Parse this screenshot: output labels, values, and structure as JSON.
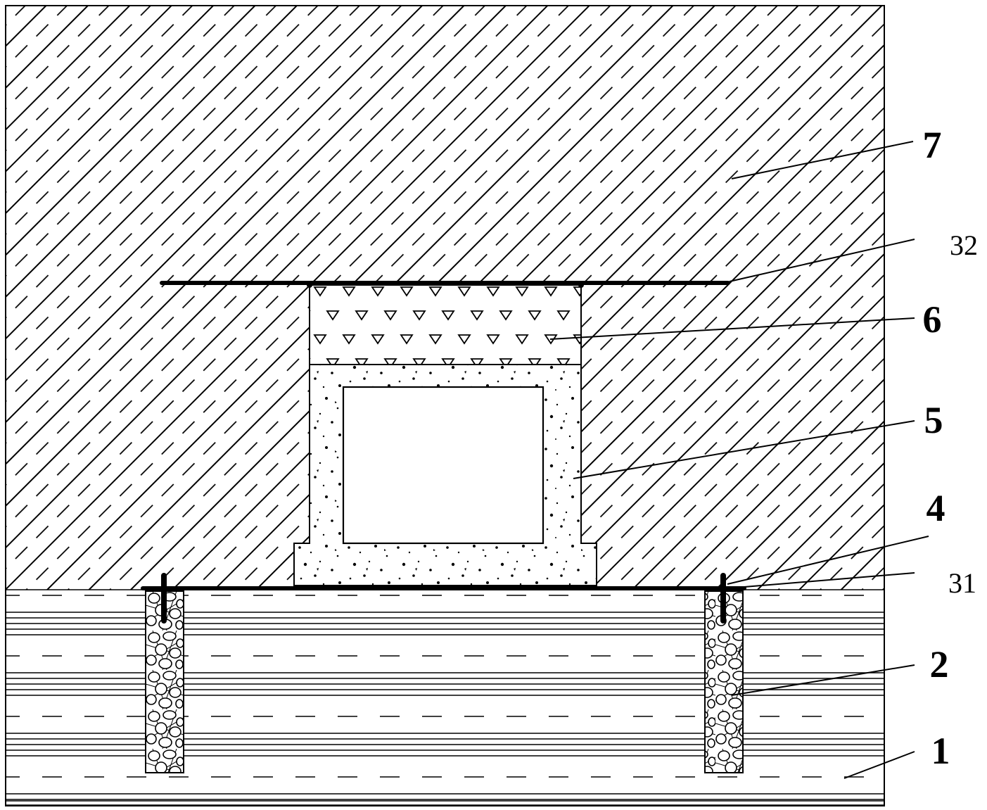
{
  "labels": {
    "l7": "7",
    "l32": "32",
    "l6": "6",
    "l5": "5",
    "l4": "4",
    "l31": "31",
    "l2": "2",
    "l1": "1"
  }
}
